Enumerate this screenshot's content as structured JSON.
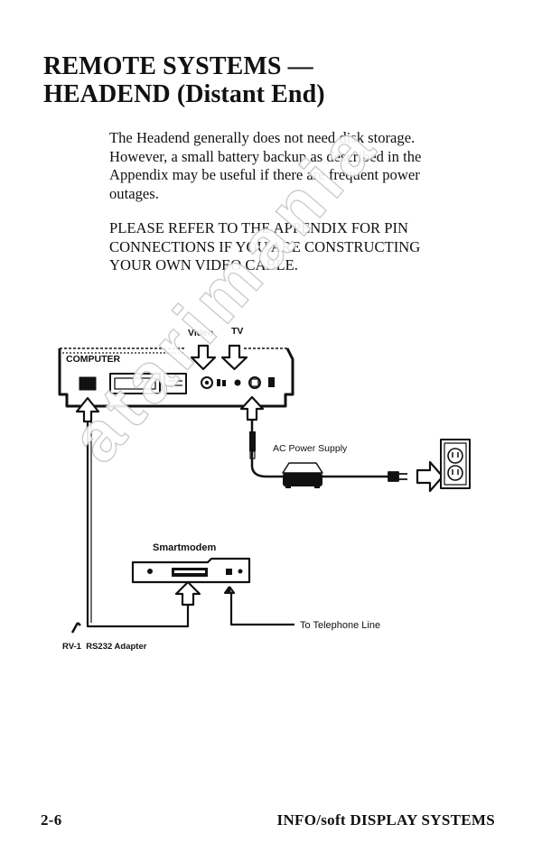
{
  "heading": {
    "line1": "REMOTE SYSTEMS —",
    "line2": "HEADEND (Distant End)"
  },
  "paragraph1": {
    "lines": [
      "The Headend generally does not need disk storage.",
      "However, a small battery backup as described in the",
      "Appendix may be useful if there are frequent power",
      "outages."
    ]
  },
  "paragraph2": {
    "lines": [
      "PLEASE REFER TO THE APPENDIX FOR PIN",
      "CONNECTIONS IF YOU ARE CONSTRUCTING",
      "YOUR OWN VIDEO CABLE."
    ]
  },
  "diagram": {
    "computer_label": "COMPUTER",
    "video_label": "Video",
    "tv_label": "TV",
    "ac_power_label": "AC Power Supply",
    "smartmodem_label": "Smartmodem",
    "telephone_label": "To Telephone Line",
    "adapter_label": "RV-1  RS232 Adapter"
  },
  "watermark": {
    "text": "atarimania"
  },
  "footer": {
    "page_number": "2-6",
    "running_title": "INFO/soft DISPLAY SYSTEMS"
  }
}
